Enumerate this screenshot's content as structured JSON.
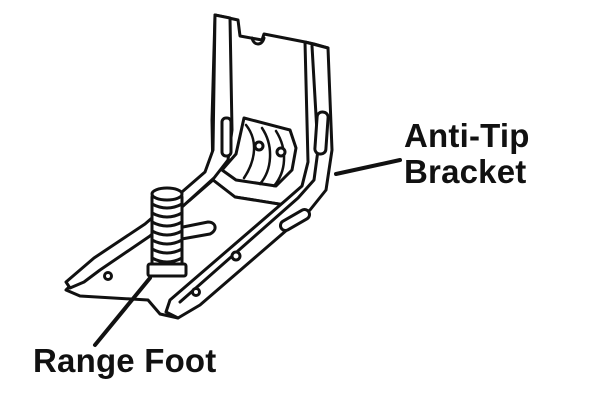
{
  "labels": {
    "bracket_line1": "Anti-Tip",
    "bracket_line2": "Bracket",
    "foot": "Range Foot"
  },
  "colors": {
    "ink": "#111111",
    "background": "#ffffff"
  }
}
